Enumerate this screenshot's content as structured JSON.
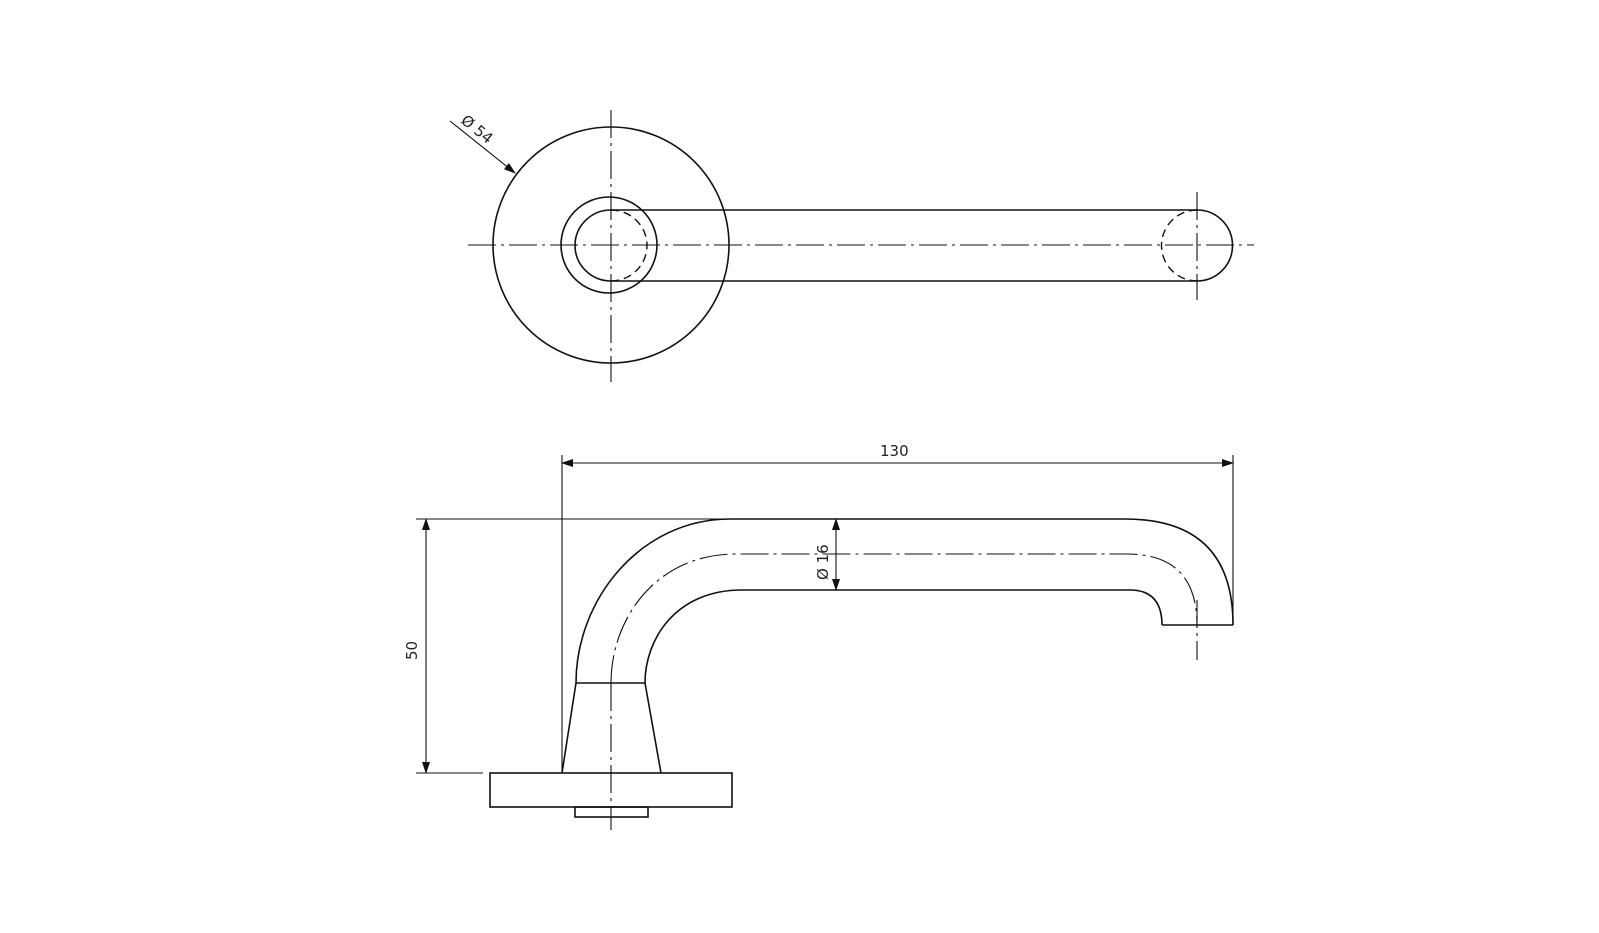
{
  "drawing": {
    "dimensions": {
      "rose_diameter": "Ø 54",
      "overall_length": "130",
      "overall_height": "50",
      "bar_diameter": "Ø 16"
    }
  }
}
